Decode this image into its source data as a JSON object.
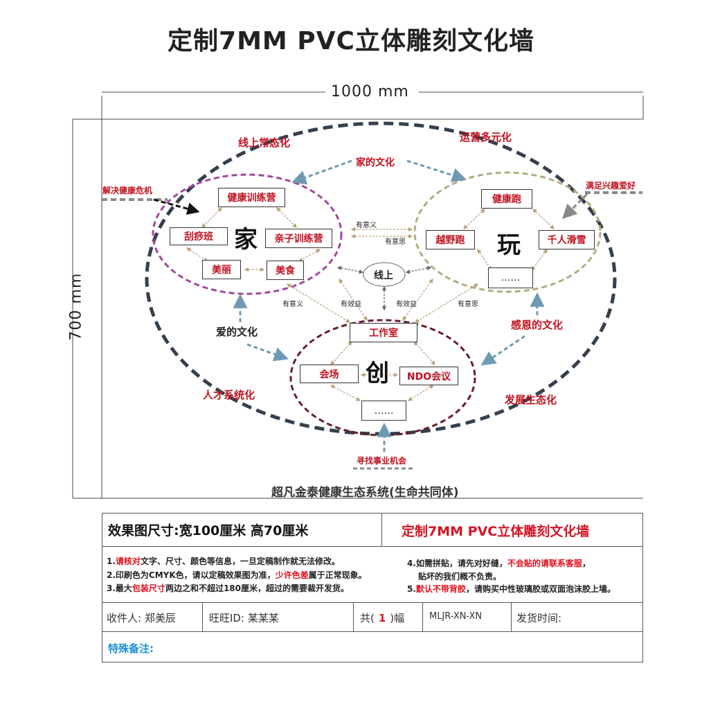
{
  "title": "定制7MM PVC立体雕刻文化墙",
  "dimensions": {
    "width": "1000 mm",
    "height": "700 mm"
  },
  "diagram": {
    "groups": {
      "home": {
        "center": "家",
        "items": [
          "健康训练营",
          "刮痧班",
          "亲子训练营",
          "美丽",
          "美食"
        ]
      },
      "play": {
        "center": "玩",
        "items": [
          "健康跑",
          "越野跑",
          "千人滑雪",
          "……"
        ]
      },
      "create": {
        "center": "创",
        "items": [
          "工作室",
          "会场",
          "NDO会议",
          "……"
        ]
      }
    },
    "online": "线上",
    "culture_labels": {
      "family": "家的文化",
      "love": "爱的文化",
      "gratitude": "感恩的文化"
    },
    "corner_labels": {
      "top_left": "线上常态化",
      "top_right": "运营多元化",
      "bottom_left": "人才系统化",
      "bottom_right": "发展生态化"
    },
    "outer_labels": {
      "left": "解决健康危机",
      "right": "满足兴趣爱好",
      "bottom": "寻找事业机会"
    },
    "link_labels": {
      "meaningful": "有意义",
      "interesting": "有意思",
      "beneficial": "有效益"
    },
    "caption": "超凡金泰健康生态系统(生命共同体)"
  },
  "info": {
    "size_label": "效果图尺寸:宽100厘米 高70厘米",
    "product": "定制7MM PVC立体雕刻文化墙",
    "notes": {
      "n1_a": "1.",
      "n1_hl": "请核对",
      "n1_b": "文字、尺寸、颜色等信息，一旦定稿制作就无法修改。",
      "n2_a": "2.印刷色为CMYK色，请以定稿效果图为准，",
      "n2_hl": "少许色差",
      "n2_b": "属于正常现象。",
      "n3_a": "3.最大",
      "n3_hl": "包装尺寸",
      "n3_b": "两边之和不超过180厘米，超过的需要裁开发货。",
      "n4_a": "4.如需拼贴，请先对好缝，",
      "n4_hl": "不会贴的请联系客服",
      "n4_b": "，",
      "n4_c": "贴坏的我们概不负责。",
      "n5_a": "5.",
      "n5_hl": "默认不带背胶",
      "n5_b": "，请购买中性玻璃胶或双面泡沫胶上墙。"
    },
    "recipient_label": "收件人:",
    "recipient": "郑美辰",
    "wangwang_label": "旺旺ID:",
    "wangwang": "某某某",
    "count_prefix": "共(",
    "count": "1",
    "count_suffix": ")幅",
    "code": "MLJR-XN-XN",
    "ship_label": "发货时间:",
    "remark_label": "特殊备注:"
  }
}
